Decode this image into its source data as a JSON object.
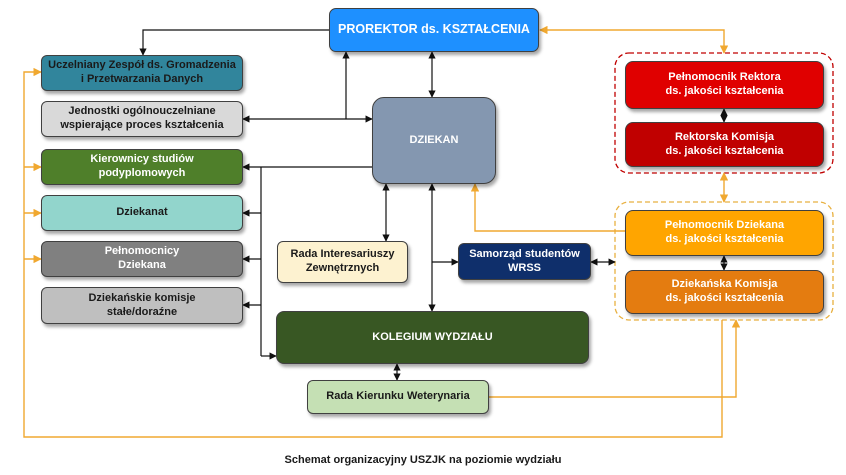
{
  "diagram": {
    "caption": "Schemat organizacyjny USZJK na poziomie wydziału",
    "nodes": {
      "prorektor": {
        "label": "PROREKTOR ds. KSZTAŁCENIA",
        "color": "#1e90ff"
      },
      "dziekan": {
        "label": "DZIEKAN",
        "color": "#8497b0"
      },
      "zespol": {
        "label": "Uczelniany Zespół ds. Gromadzenia\ni Przetwarzania Danych",
        "color": "#31859c"
      },
      "jednostki": {
        "label": "Jednostki ogólnouczelniane\nwspierające proces kształcenia",
        "color": "#d9d9d9"
      },
      "kierownicy": {
        "label": "Kierownicy studiów\npodyplomowych",
        "color": "#4f7f2a"
      },
      "dziekanat": {
        "label": "Dziekanat",
        "color": "#92d5cc"
      },
      "pelnomocnicy": {
        "label": "Pełnomocnicy\nDziekana",
        "color": "#808080"
      },
      "komisje": {
        "label": "Dziekańskie komisje\nstałe/doraźne",
        "color": "#bfbfbf"
      },
      "rada_interes": {
        "label": "Rada Interesariuszy\nZewnętrznych",
        "color": "#fdf2d0"
      },
      "samorzad": {
        "label": "Samorząd studentów\nWRSS",
        "color": "#0f2f6b"
      },
      "kolegium": {
        "label": "KOLEGIUM WYDZIAŁU",
        "color": "#385723"
      },
      "rada_kierunku": {
        "label": "Rada Kierunku Weterynaria",
        "color": "#c5e0b4"
      },
      "pelnomocnik_rektora": {
        "label": "Pełnomocnik Rektora\nds. jakości kształcenia",
        "color": "#e00000"
      },
      "komisja_rektorska": {
        "label": "Rektorska Komisja\nds. jakości kształcenia",
        "color": "#c00000"
      },
      "pelnomocnik_dziekana": {
        "label": "Pełnomocnik Dziekana\nds. jakości kształcenia",
        "color": "#ffa500"
      },
      "komisja_dziekanska": {
        "label": "Dziekańska Komisja\nds. jakości kształcenia",
        "color": "#e47c10"
      }
    },
    "colors": {
      "black_connector": "#111111",
      "gold_connector": "#f0a830",
      "red_group": "#c00000",
      "gold_group": "#e8b040"
    }
  }
}
